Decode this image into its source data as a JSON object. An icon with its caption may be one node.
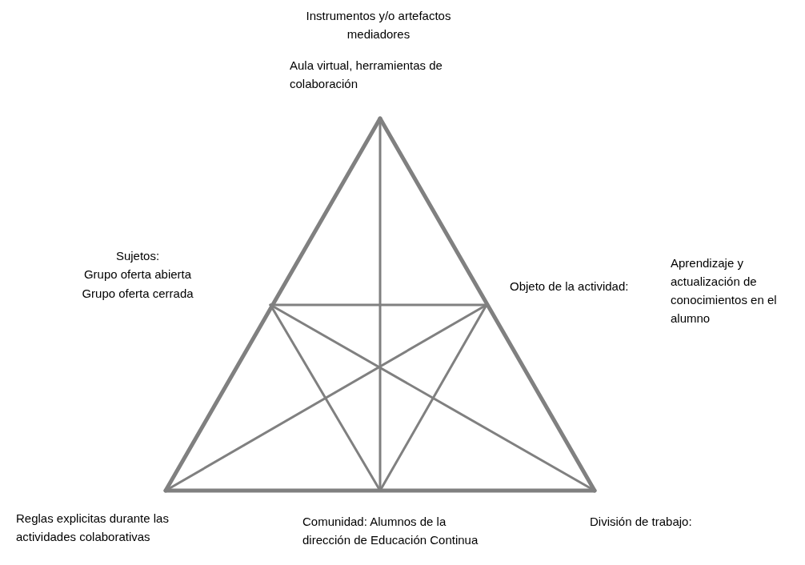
{
  "diagram": {
    "labels": [
      "Instrumentos y/o artefactos mediadores",
      "Aula virtual, herramientas de colaboración",
      "Sujetos:",
      "Grupo oferta abierta",
      "Grupo oferta cerrada",
      "Objeto de la actividad:",
      "Aprendizaje y actualización de conocimientos en el alumno",
      "Reglas explicitas durante las actividades colaborativas",
      "Comunidad: Alumnos de la dirección de Educación Continua",
      "División de trabajo:"
    ]
  }
}
